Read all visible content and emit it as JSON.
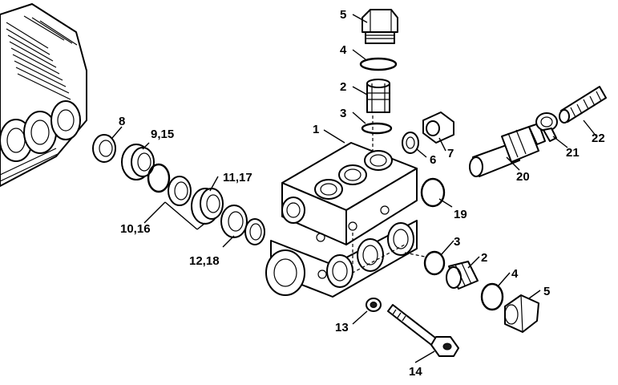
{
  "callouts": {
    "c1": "1",
    "c2_top": "2",
    "c2_bottom": "2",
    "c3_top": "3",
    "c3_bottom": "3",
    "c4_top": "4",
    "c4_bottom": "4",
    "c5_top": "5",
    "c5_bottom": "5",
    "c6": "6",
    "c7": "7",
    "c8": "8",
    "c9_15": "9,15",
    "c10_16": "10,16",
    "c11_17": "11,17",
    "c12_18": "12,18",
    "c13": "13",
    "c14": "14",
    "c19": "19",
    "c20": "20",
    "c21": "21",
    "c22": "22"
  }
}
